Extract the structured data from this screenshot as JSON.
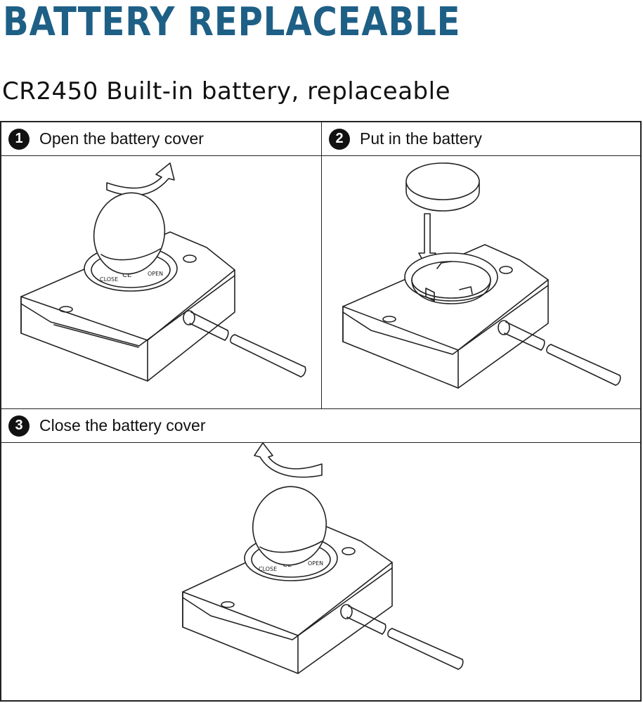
{
  "title": "BATTERY REPLACEABLE",
  "subtitle": "CR2450 Built-in battery, replaceable",
  "steps": [
    {
      "number": "1",
      "label": "Open the battery cover"
    },
    {
      "number": "2",
      "label": "Put in the battery"
    },
    {
      "number": "3",
      "label": "Close the battery cover"
    }
  ],
  "compartment_marks": {
    "close": "CLOSE",
    "ce": "CE",
    "open": "OPEN"
  },
  "colors": {
    "title": "#1e5f86",
    "line": "#222222"
  }
}
